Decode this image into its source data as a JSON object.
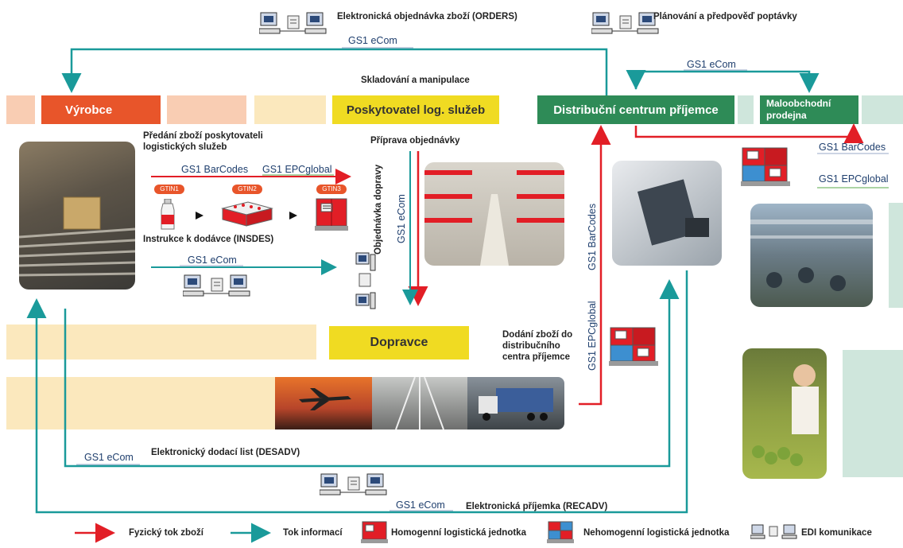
{
  "top": {
    "orders_label": "Elektronická objednávka zboží (ORDERS)",
    "planning_label": "Plánování a předpověď poptávky",
    "gs1_ecom_top": "GS1 eCom",
    "gs1_ecom_right": "GS1 eCom",
    "storage_label": "Skladování a manipulace"
  },
  "actors": {
    "vyrobce": "Výrobce",
    "poskytovatel": "Poskytovatel log. služeb",
    "distribucni": "Distribuční centrum příjemce",
    "maloobchodni": "Maloobchodní prodejna",
    "dopravce": "Dopravce"
  },
  "middle": {
    "predani": "Předání zboží poskytovateli logistických služeb",
    "priprava": "Příprava objednávky",
    "gs1_barcodes": "GS1 BarCodes",
    "gs1_epcglobal": "GS1 EPCglobal",
    "gtin1": "GTIN1",
    "gtin2": "GTIN2",
    "gtin3": "GTIN3",
    "instrukce": "Instrukce k dodávce (INSDES)",
    "gs1_ecom_mid": "GS1 eCom",
    "objednavka_dopravy": "Objednávka  dopravy",
    "gs1_ecom_vert": "GS1 eCom",
    "gs1_barcodes_vert": "GS1 BarCodes",
    "gs1_epcglobal_vert": "GS1 EPCglobal",
    "dodani": "Dodání zboží do distribučního centra příjemce",
    "right_barcodes": "GS1 BarCodes",
    "right_epcglobal": "GS1 EPCglobal"
  },
  "bottom": {
    "gs1_ecom_desadv": "GS1 eCom",
    "desadv": "Elektronický dodací list (DESADV)",
    "gs1_ecom_recadv": "GS1 eCom",
    "recadv": "Elektronická příjemka (RECADV)"
  },
  "legend": {
    "physical": "Fyzický tok zboží",
    "info": "Tok informací",
    "homogenni": "Homogenní logistická jednotka",
    "nehomogenni": "Nehomogenní logistická jednotka",
    "edi": "EDI komunikace"
  },
  "colors": {
    "red": "#e21e26",
    "teal": "#1a9a9a",
    "orange": "#e8552a",
    "yellow": "#f0db22",
    "green": "#2e8b57",
    "navy": "#1f3f6e"
  }
}
